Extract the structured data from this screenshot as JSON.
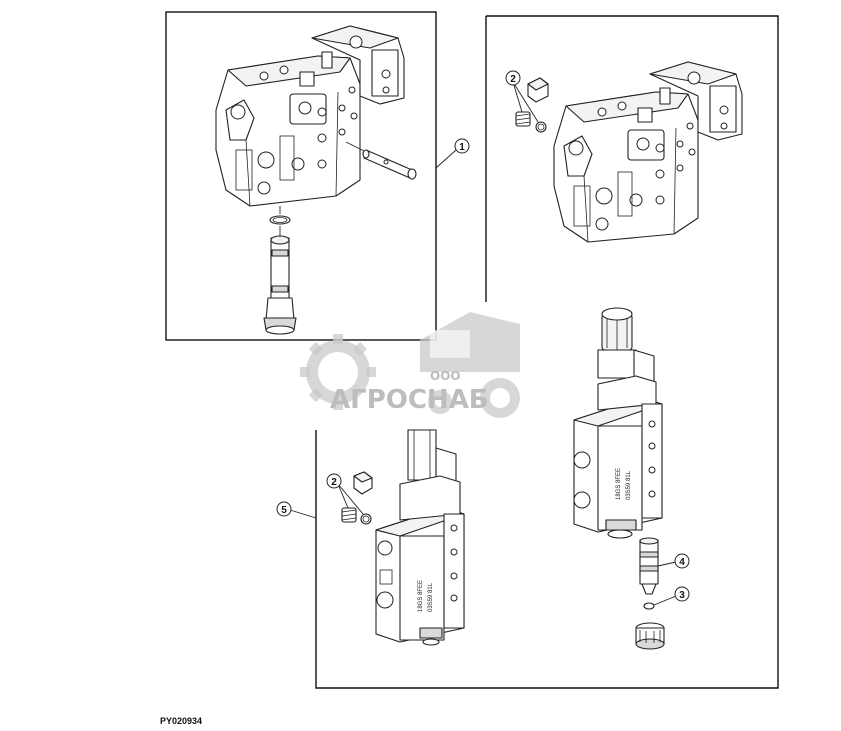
{
  "diagram": {
    "reference_code": "PY020934",
    "callouts": [
      {
        "id": "callout-1",
        "label": "1"
      },
      {
        "id": "callout-2a",
        "label": "2"
      },
      {
        "id": "callout-2b",
        "label": "2"
      },
      {
        "id": "callout-3",
        "label": "3"
      },
      {
        "id": "callout-4",
        "label": "4"
      },
      {
        "id": "callout-5",
        "label": "5"
      }
    ],
    "valve_body_markings": [
      "18GS 8FEE",
      "03S59 81L"
    ]
  },
  "watermark": {
    "small": "ООО",
    "brand": "АГРОСНАБ"
  },
  "colors": {
    "line": "#222222",
    "watermark": "#bdbdbd"
  }
}
